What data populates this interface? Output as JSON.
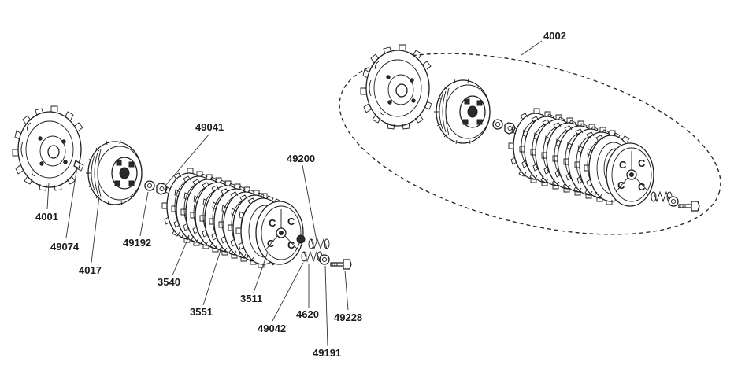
{
  "labels": {
    "p4001": "4001",
    "p49074": "49074",
    "p4017": "4017",
    "p49192": "49192",
    "p49041": "49041",
    "p3540": "3540",
    "p3551": "3551",
    "p3511": "3511",
    "p49042": "49042",
    "p49200": "49200",
    "p4620": "4620",
    "p49191": "49191",
    "p49228": "49228",
    "p4002": "4002"
  }
}
